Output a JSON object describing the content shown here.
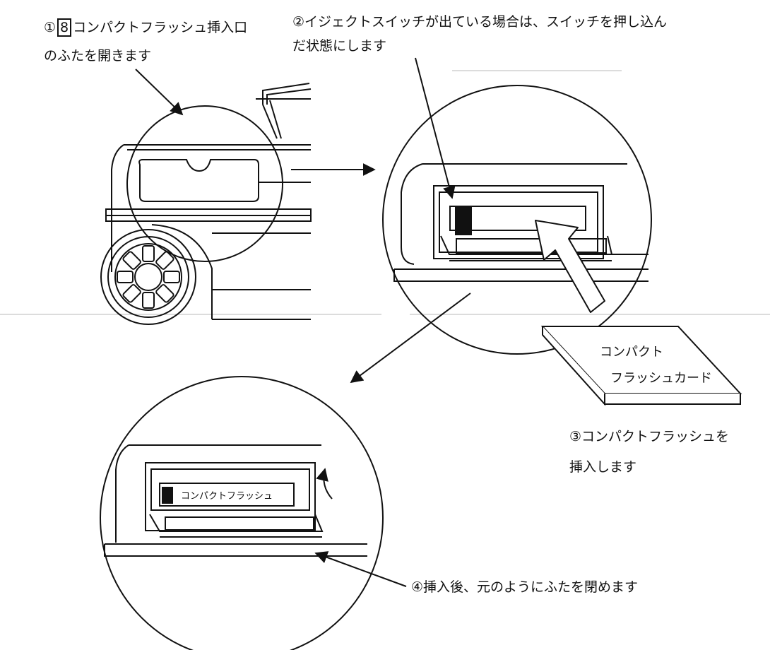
{
  "step1": {
    "circled_number": "①",
    "boxed_number": "8",
    "line1_rest": "コンパクトフラッシュ挿入口",
    "line2": "のふたを開きます"
  },
  "step2": {
    "line1": "②イジェクトスイッチが出ている場合は、スイッチを押し込ん",
    "line2": "だ状態にします"
  },
  "step3": {
    "line1": "③コンパクトフラッシュを",
    "line2": "挿入します"
  },
  "step4": {
    "text": "④挿入後、元のようにふたを閉めます"
  },
  "card": {
    "line1": "コンパクト",
    "line2": "フラッシュカード"
  },
  "slot_label": "コンパクトフラッシュ",
  "colors": {
    "ink": "#111111",
    "paper": "#ffffff",
    "ghost": "#d8d8d8"
  }
}
